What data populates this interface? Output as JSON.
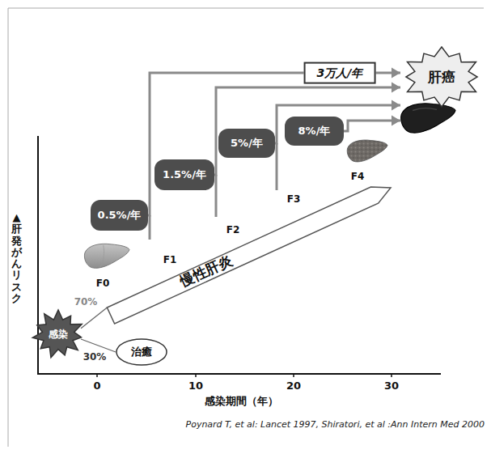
{
  "diagram": {
    "nodes": [
      {
        "text": [
          "肝癌"
        ]
      },
      {
        "text": [
          "8%/年"
        ]
      },
      {
        "text": [
          "5%/年"
        ]
      },
      {
        "text": [
          "1.5%/年"
        ]
      },
      {
        "text": [
          "0.5%/年"
        ]
      },
      {
        "text": [
          "慢性肝炎"
        ]
      },
      {
        "text": [
          "感染"
        ]
      },
      {
        "text": [
          "治癒"
        ]
      }
    ],
    "edges": [
      {
        "from": 4,
        "to": 0,
        "arrow": "to",
        "label": "3万人/年"
      },
      {
        "from": 3,
        "to": 0,
        "arrow": "to"
      },
      {
        "from": 2,
        "to": 0,
        "arrow": "to"
      },
      {
        "from": 1,
        "to": 0,
        "arrow": "to"
      },
      {
        "from": 6,
        "to": 5,
        "arrow": "none"
      },
      {
        "from": 6,
        "to": 7,
        "arrow": "none"
      }
    ],
    "labels": [
      "70%",
      "30%",
      "F0",
      "F1",
      "F2",
      "F3",
      "F4",
      "▲肝発がんリスク",
      "0",
      "10",
      "20",
      "30",
      "感染期間（年）",
      "Poynard T, et al: Lancet 1997, Shiratori, et al :Ann Intern Med 2000"
    ]
  }
}
